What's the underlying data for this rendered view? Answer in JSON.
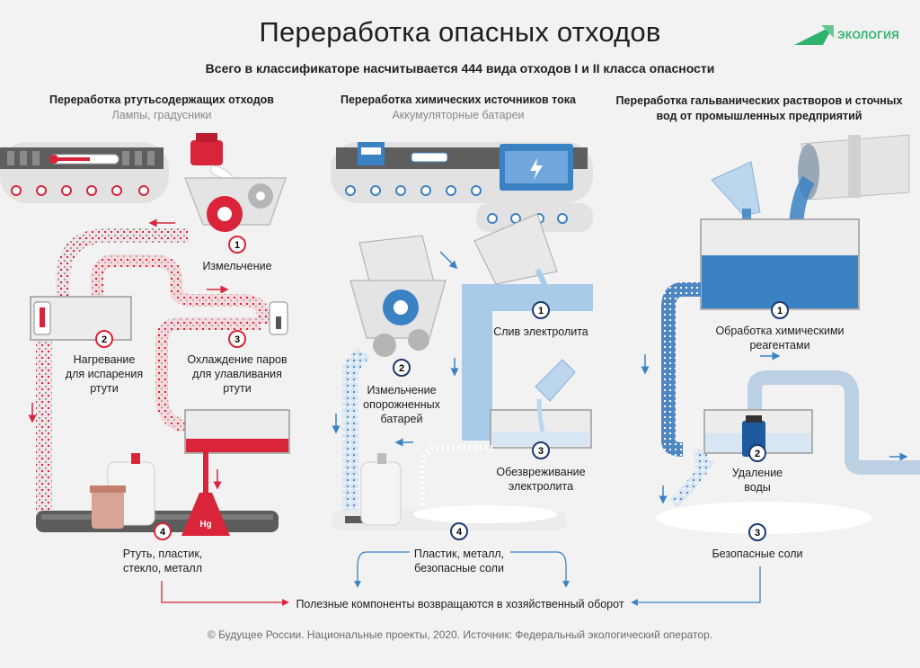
{
  "header": {
    "title": "Переработка опасных отходов",
    "subtitle": "Всего в классификаторе насчитывается 444 вида отходов I и II класса опасности",
    "logo_text": "ЭКОЛОГИЯ"
  },
  "colors": {
    "red": "#d9243a",
    "blue": "#3b82c4",
    "green": "#2fb26b",
    "gray": "#707070"
  },
  "columns": {
    "mercury": {
      "title": "Переработка ртутьсодержащих отходов",
      "subtitle": "Лампы, градусники",
      "steps": [
        {
          "num": "1",
          "label": "Измельчение"
        },
        {
          "num": "2",
          "label": "Нагревание\nдля испарения\nртути"
        },
        {
          "num": "3",
          "label": "Охлаждение паров\nдля улавливания\nртути"
        },
        {
          "num": "4",
          "label": "Ртуть, пластик,\nстекло, металл"
        }
      ],
      "flask_label": "Hg"
    },
    "batteries": {
      "title": "Переработка химических источников тока",
      "subtitle": "Аккумуляторные батареи",
      "steps": [
        {
          "num": "1",
          "label": "Слив электролита"
        },
        {
          "num": "2",
          "label": "Измельчение\nопорожненных\nбатарей"
        },
        {
          "num": "3",
          "label": "Обезвреживание\nэлектролита"
        },
        {
          "num": "4",
          "label": "Пластик, металл,\nбезопасные соли"
        }
      ]
    },
    "galvanic": {
      "title": "Переработка гальванических растворов и сточных\nвод от промышленных предприятий",
      "steps": [
        {
          "num": "1",
          "label": "Обработка химическими\nреагентами"
        },
        {
          "num": "2",
          "label": "Удаление\nводы"
        },
        {
          "num": "3",
          "label": "Безопасные соли"
        }
      ]
    }
  },
  "result": "Полезные компоненты возвращаются в хозяйственный оборот",
  "footer": "© Будущее России. Национальные проекты, 2020. Источник: Федеральный экологический оператор."
}
